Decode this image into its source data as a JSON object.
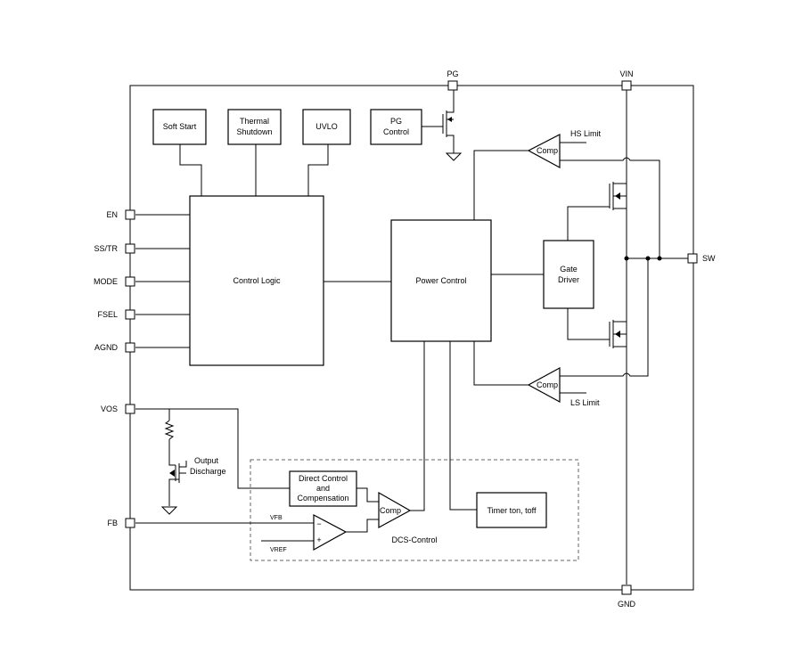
{
  "pins": {
    "pg": "PG",
    "vin": "VIN",
    "sw": "SW",
    "gnd": "GND",
    "en": "EN",
    "sstr": "SS/TR",
    "mode": "MODE",
    "fsel": "FSEL",
    "agnd": "AGND",
    "vos": "VOS",
    "fb": "FB"
  },
  "blocks": {
    "soft_start": "Soft Start",
    "thermal_1": "Thermal",
    "thermal_2": "Shutdown",
    "uvlo": "UVLO",
    "pg_control_1": "PG",
    "pg_control_2": "Control",
    "control_logic": "Control Logic",
    "power_control": "Power Control",
    "gate_driver_1": "Gate",
    "gate_driver_2": "Driver",
    "direct_control_1": "Direct Control",
    "direct_control_2": "and",
    "direct_control_3": "Compensation",
    "timer": "Timer ton, toff"
  },
  "comparators": {
    "hs_comp": "Comp",
    "ls_comp": "Comp",
    "dcs_comp": "Comp"
  },
  "labels": {
    "hs_limit": "HS Limit",
    "ls_limit": "LS Limit",
    "output_discharge_1": "Output",
    "output_discharge_2": "Discharge",
    "dcs_control": "DCS-Control",
    "vfb": "VFB",
    "vref": "VREF",
    "minus": "−",
    "plus": "+"
  }
}
